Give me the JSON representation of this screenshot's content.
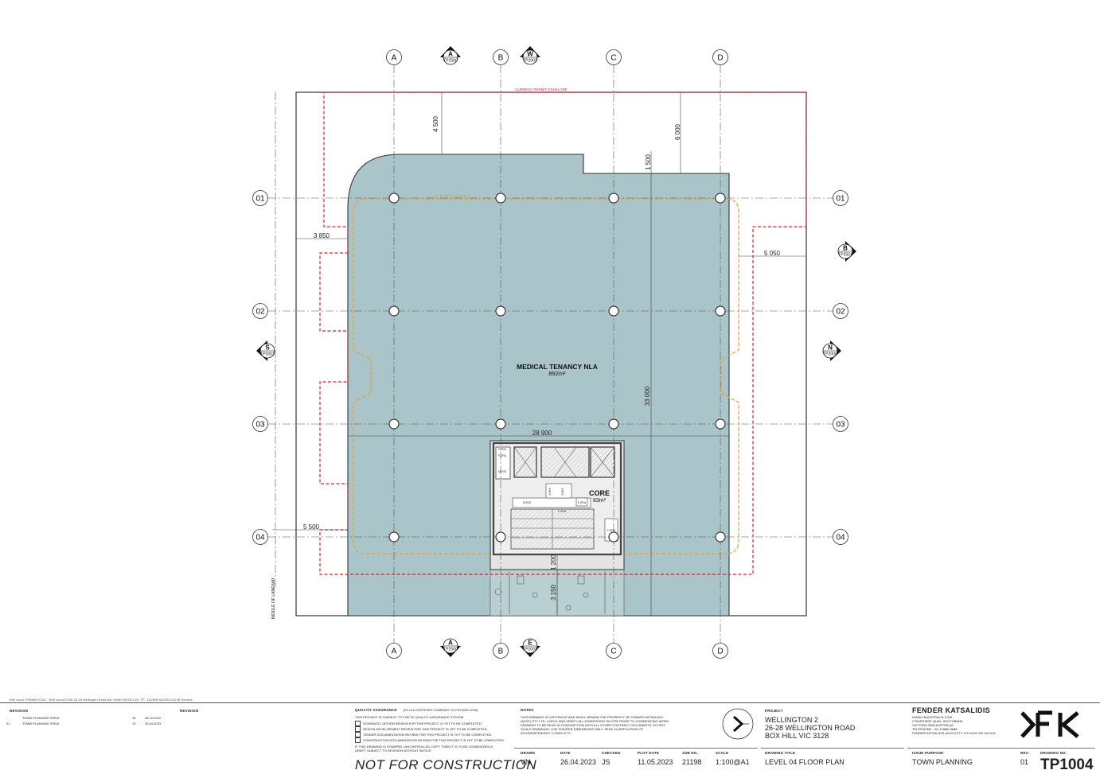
{
  "plan": {
    "grid_columns": [
      "A",
      "B",
      "C",
      "D"
    ],
    "grid_rows": [
      "01",
      "02",
      "03",
      "04"
    ],
    "envelope_label": "CURRENT PERMIT ENVELOPE",
    "slab_edge_label": "SETBACK ALIGNMENT",
    "tenancy_name": "MEDICAL TENANCY NLA",
    "tenancy_area": "892m²",
    "core_name": "CORE",
    "core_area": "83m²",
    "core_tags": [
      "C-RIS",
      "F-ZRA",
      "M-RIS",
      "S-RIS",
      "S-RIS",
      "F-ZRA",
      "M-RIS",
      "F-ZRA",
      "F-ZRA"
    ],
    "dimensions": {
      "north_setback": "4 500",
      "ne_setback": "6 000",
      "notch_depth": "1 500",
      "west_upper": "3 850",
      "east": "5 050",
      "width": "28 900",
      "depth": "33 000",
      "west_lower": "5 500",
      "core_south": "1 200",
      "amenity": "3 150"
    },
    "laneway_label": "MIDDLE OF LANEWAY",
    "section_markers": [
      {
        "letter": "A",
        "ref": "TP2500"
      },
      {
        "letter": "W",
        "ref": "TP2003"
      },
      {
        "letter": "B",
        "ref": "TP2501"
      },
      {
        "letter": "S",
        "ref": "TP2001"
      },
      {
        "letter": "N",
        "ref": "TP2000"
      },
      {
        "letter": "A",
        "ref": "TP2500"
      },
      {
        "letter": "E",
        "ref": "TP2002"
      }
    ]
  },
  "colors": {
    "slab": "#a9c5c9",
    "core": "#e4e4e4",
    "envelope": "#e31e24",
    "setback": "#e8a03a",
    "lines": "#333333"
  },
  "titleblock": {
    "file_path": "BIM cloud: FKBIMCLOUD - BIM cloud/21198 26-28 Wellington Road Box Hill/60 MODEL/03. TP - DA/BIM MODEL/21198 General",
    "revision_header": "REVISION",
    "revision_header_2": "REVISION",
    "revisions": [
      {
        "rev": "-",
        "desc": "TOWN PLANNING ISSUE",
        "by": "JS",
        "date": "08.12.2022"
      },
      {
        "rev": "01",
        "desc": "TOWN PLANNING ISSUE",
        "by": "JS",
        "date": "26.04.2023"
      }
    ],
    "qa_title": "QUALITY ASSURANCE",
    "qa_note": "(FK IS A CERTIFIED COMPANY TO ISO 9001:2015)",
    "qa_intro": "THIS PROJECT IS SUBJECT TO THE FK QUALITY ASSURANCE SYSTEM",
    "qa_items": [
      "SCHEMATIC DESIGN REVIEW FOR THIS PROJECT IS YET TO BE COMPLETED.",
      "DESIGN DEVELOPMENT REVIEW FOR THIS PROJECT IS YET TO BE COMPLETED.",
      "TENDER DOCUMENTATION REVIEW FOR THIS PROJECT IS YET TO BE COMPLETED.",
      "CONSTRUCTION DOCUMENTATION REVIEW FOR THIS PROJECT IS YET TO BE COMPLETED."
    ],
    "qa_footer": "IF THIS DRAWING IS STAMPED 'UNCONTROLLED COPY' THEN IT IS TO BE CONSIDERED A DRAFT, SUBJECT TO REVISION WITHOUT NOTICE",
    "stamp": "NOT FOR CONSTRUCTION",
    "notes_title": "NOTES",
    "notes_text": "THIS DRAWING IS COPYRIGHT AND SHALL REMAIN THE PROPERTY OF FENDER KATSALIDIS (AUST) PTY LTD. CHECK AND VERIFY ALL DIMENSIONS ON SITE PRIOR TO COMMENCING WORK. DRAWING TO BE READ IN CONJUNCTION WITH ALL OTHER CONTRACT DOCUMENTS. DO NOT SCALE DRAWINGS. USE FIGURED DIMENSIONS ONLY. SEEK CLARIFICATION OF INCONSISTENCIES / CONFLICTS.",
    "drawn_label": "DRAWN",
    "drawn": "VN",
    "date_label": "DATE",
    "date": "26.04.2023",
    "checked_label": "CHECKED",
    "checked": "JS",
    "plot_label": "PLOT DATE",
    "plot": "11.05.2023",
    "job_label": "JOB NO.",
    "job": "21198",
    "scale_label": "SCALE",
    "scale": "1:100@A1",
    "project_label": "PROJECT",
    "project_1": "WELLINGTON 2",
    "project_2": "26-28 WELLINGTON ROAD",
    "project_3": "BOX HILL VIC 3128",
    "title_label": "DRAWING TITLE",
    "title": "LEVEL 04 FLOOR PLAN",
    "firm": "FENDER KATSALIDIS",
    "firm_lines": [
      "WWW.FKAUSTRALIA.COM",
      "2 RIVERSIDE QUAY, SOUTHBANK",
      "VICTORIA 3006 AUSTRALIA",
      "TELEPHONE: +61 3 8686 3888",
      "FENDER KATSALIDIS (AUST) PTY LTD ACN 092 943 032"
    ],
    "purpose_label": "ISSUE PURPOSE",
    "purpose": "TOWN PLANNING",
    "rev_label": "REV.",
    "rev": "01",
    "dwg_label": "DRAWING NO.",
    "dwg": "TP1004"
  }
}
